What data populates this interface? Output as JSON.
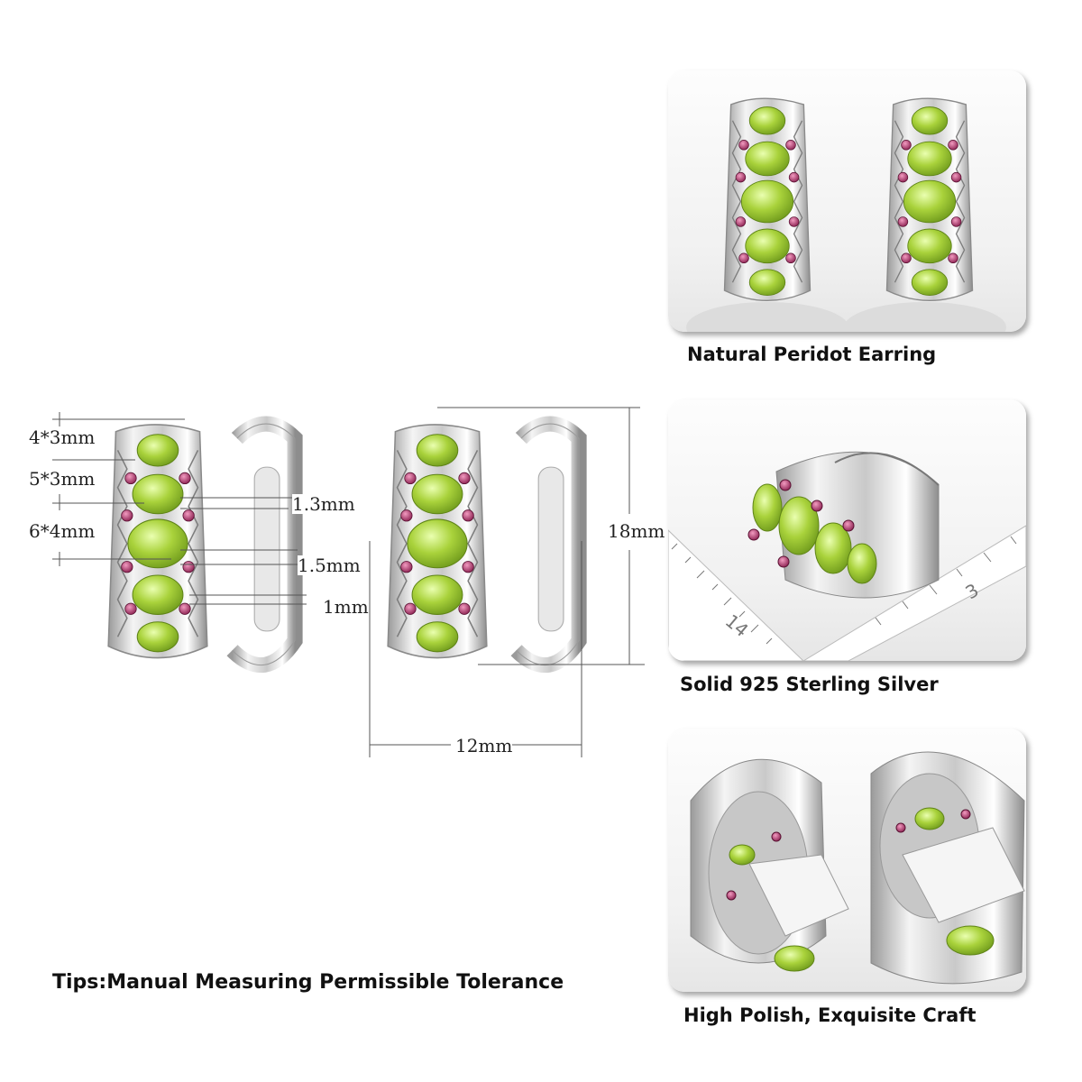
{
  "captions": {
    "card1": "Natural Peridot Earring",
    "card2": "Solid 925 Sterling Silver",
    "card3": "High Polish, Exquisite Craft"
  },
  "dimensions": {
    "stone_large": "4*3mm",
    "stone_mid": "5*3mm",
    "stone_big": "6*4mm",
    "spacing_a": "1.3mm",
    "spacing_b": "1.5mm",
    "spacing_c": "1mm",
    "height": "18mm",
    "width": "12mm"
  },
  "tips": "Tips:Manual Measuring Permissible Tolerance",
  "ruler_numbers": [
    "14",
    "3"
  ],
  "colors": {
    "peridot": "#a8d03c",
    "garnet": "#b03a6a",
    "silver": "#d8d8d8",
    "dimension_line": "#555555"
  },
  "icons": {
    "earring": "earring-illustration",
    "ruler": "ruler-illustration"
  }
}
